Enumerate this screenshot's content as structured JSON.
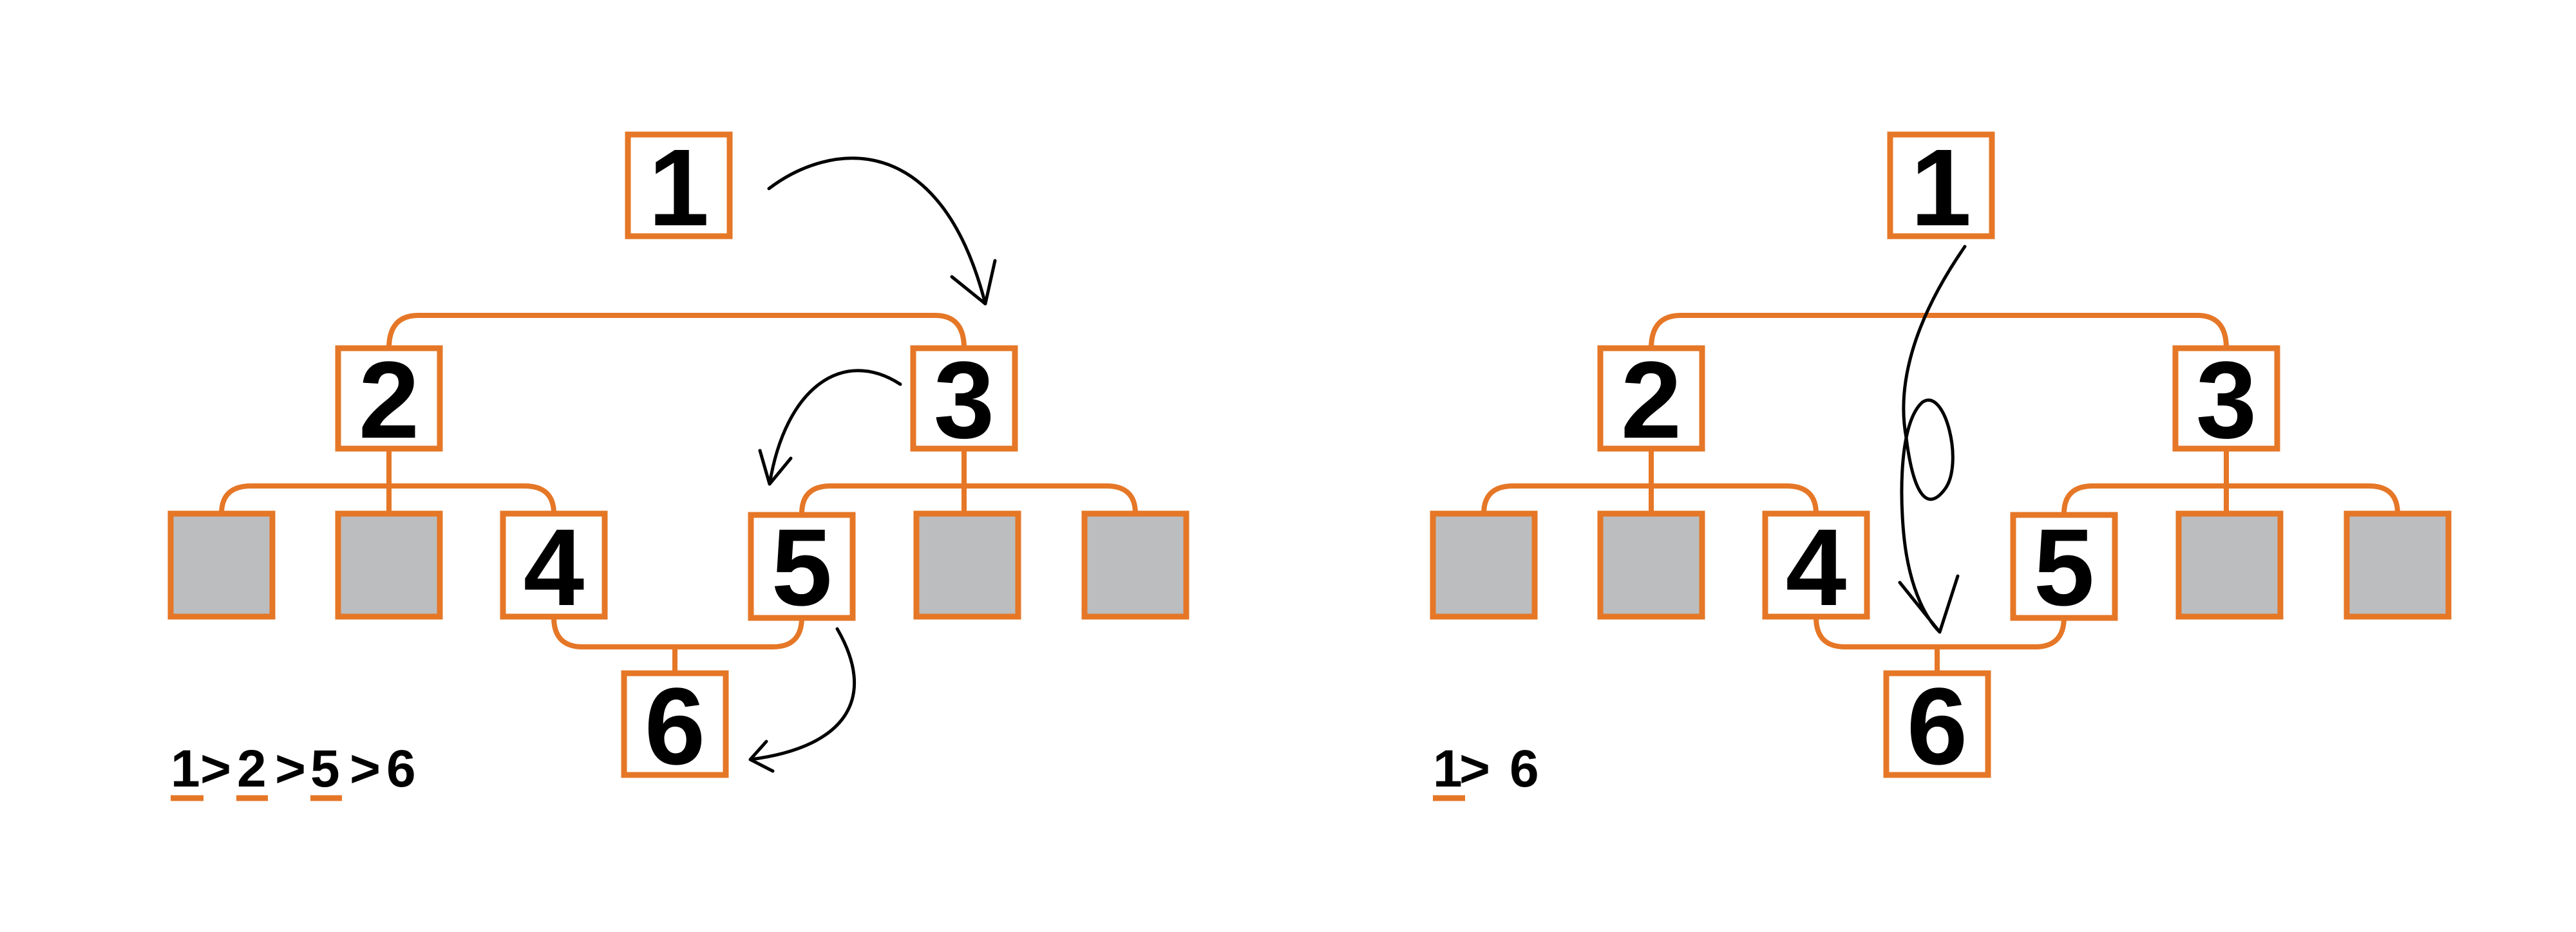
{
  "colors": {
    "accent": "#E57727",
    "leaf_fill": "#BCBDBF",
    "arrow": "#000000"
  },
  "left_diagram": {
    "nodes": [
      "1",
      "2",
      "3",
      "4",
      "5",
      "6"
    ],
    "legend": {
      "steps": [
        "1",
        ">",
        "2",
        ">",
        "5",
        ">",
        "6"
      ],
      "underlined": [
        "1",
        "2",
        "5"
      ]
    }
  },
  "right_diagram": {
    "nodes": [
      "1",
      "2",
      "3",
      "4",
      "5",
      "6"
    ],
    "legend": {
      "steps": [
        "1",
        ">",
        "6"
      ],
      "underlined": [
        "1"
      ]
    }
  }
}
